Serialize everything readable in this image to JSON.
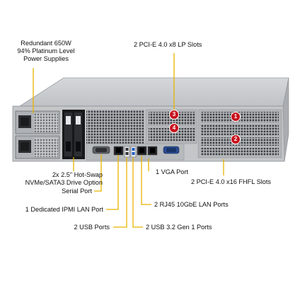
{
  "callouts": {
    "psu": [
      "Redundant 650W",
      "94% Platinum Level",
      "Power Supplies"
    ],
    "lp_slots": "2 PCI-E 4.0 x8 LP Slots",
    "drives": [
      "2x 2.5\" Hot-Swap",
      "NVMe/SATA3 Drive Option"
    ],
    "vga": "1 VGA Port",
    "fhfl_slots": "2 PCI-E 4.0 x16 FHFL Slots",
    "serial": "Serial Port",
    "ipmi": "1 Dedicated IPMI  LAN Port",
    "lan": "2 RJ45 10GbE LAN Ports",
    "usb2": "2 USB Ports",
    "usb3": "2 USB 3.2 Gen 1 Ports"
  },
  "slot_markers": [
    "1",
    "2",
    "3",
    "4"
  ],
  "colors": {
    "callout_line": "#e8b400",
    "marker_fill": "#c8141e",
    "chassis": "#c4c6c8"
  }
}
